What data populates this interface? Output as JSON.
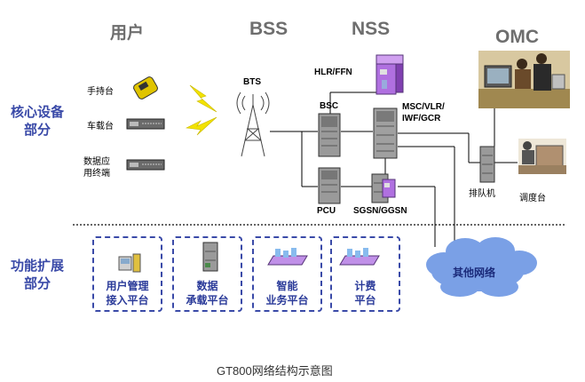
{
  "headers": {
    "user": "用户",
    "bss": "BSS",
    "nss": "NSS",
    "omc": "OMC"
  },
  "side_labels": {
    "core": [
      "核心设备",
      "部分"
    ],
    "func": [
      "功能扩展",
      "部分"
    ]
  },
  "terminals": {
    "handheld": "手持台",
    "vehicle": "车载台",
    "data": [
      "数据应",
      "用终端"
    ]
  },
  "nodes": {
    "bts": "BTS",
    "bsc": "BSC",
    "hlr": "HLR/FFN",
    "msc": [
      "MSC/VLR/",
      "IWF/GCR"
    ],
    "pcu": "PCU",
    "sgsn": "SGSN/GGSN",
    "queue": "排队机",
    "dispatch": "调度台"
  },
  "platforms": [
    {
      "lines": [
        "用户管理",
        "接入平台"
      ]
    },
    {
      "lines": [
        "数据",
        "承载平台"
      ]
    },
    {
      "lines": [
        "智能",
        "业务平台"
      ]
    },
    {
      "lines": [
        "计费",
        "平台"
      ]
    }
  ],
  "cloud": "其他网络",
  "caption": "GT800网络结构示意图",
  "colors": {
    "accent": "#3a4aa8",
    "cloud": "#7aa0e6",
    "equipment": "#555555",
    "lightning": "#f2e200"
  }
}
